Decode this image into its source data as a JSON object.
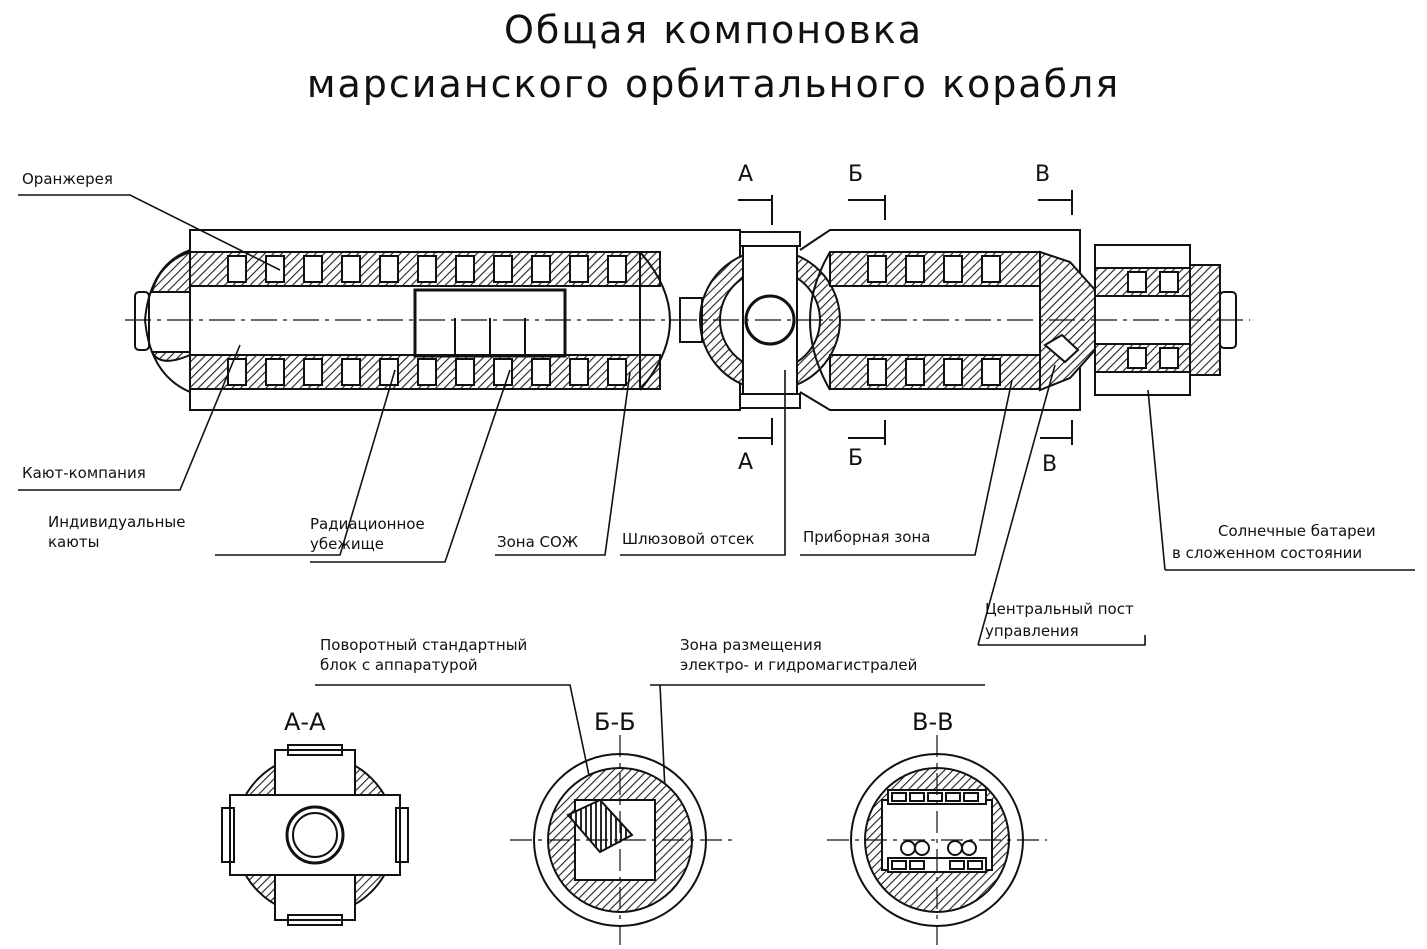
{
  "title": {
    "line1": "Общая компоновка",
    "line2": "марсианского орбитального корабля"
  },
  "labels": {
    "greenhouse": "Оранжерея",
    "cabin_company": "Кают-компания",
    "individual_cabins_1": "Индивидуальные",
    "individual_cabins_2": "каюты",
    "radiation_shelter_1": "Радиационное",
    "radiation_shelter_2": "убежище",
    "life_support_zone": "Зона СОЖ",
    "airlock": "Шлюзовой отсек",
    "instrument_zone": "Приборная зона",
    "solar_panels_1": "Солнечные батареи",
    "solar_panels_2": "в сложенном состоянии",
    "central_post_1": "Центральный пост",
    "central_post_2": "управления",
    "rotary_block_1": "Поворотный стандартный",
    "rotary_block_2": "блок с аппаратурой",
    "mains_zone_1": "Зона размещения",
    "mains_zone_2": "электро- и гидромагистралей"
  },
  "section_marks": {
    "a_top": "А",
    "a_bottom": "А",
    "b_top": "Б",
    "b_bottom": "Б",
    "v_top": "В",
    "v_bottom": "В"
  },
  "section_titles": {
    "aa": "А-А",
    "bb": "Б-Б",
    "vv": "В-В"
  }
}
